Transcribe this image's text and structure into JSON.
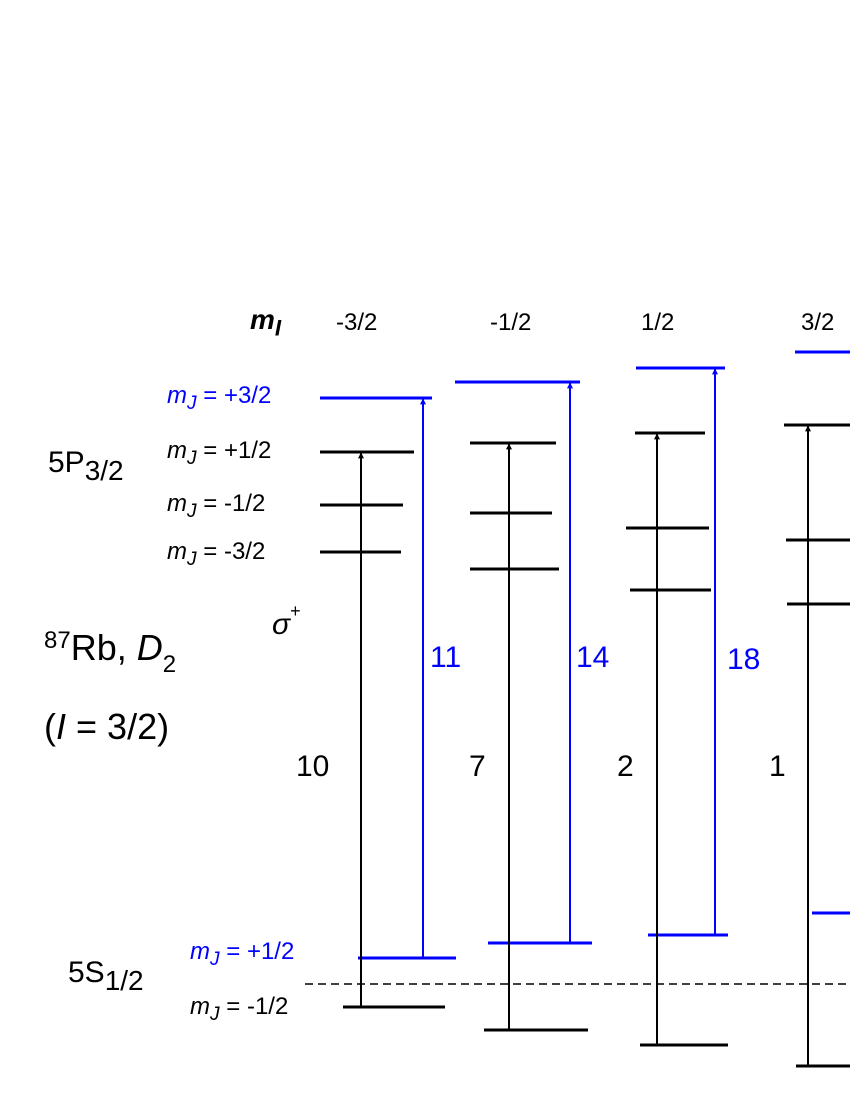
{
  "mI_header": {
    "symbol": "m",
    "subscript": "I"
  },
  "mI_values": [
    "-3/2",
    "-1/2",
    "1/2",
    "3/2"
  ],
  "excited_state": {
    "prefix": "5P",
    "subscript": "3/2"
  },
  "ground_state": {
    "prefix": "5S",
    "subscript": "1/2"
  },
  "excited_mJ_labels": [
    {
      "symbol": "m",
      "sub": "J",
      "value": " = +3/2",
      "color": "#0000ff"
    },
    {
      "symbol": "m",
      "sub": "J",
      "value": " = +1/2",
      "color": "#000000"
    },
    {
      "symbol": "m",
      "sub": "J",
      "value": " = -1/2",
      "color": "#000000"
    },
    {
      "symbol": "m",
      "sub": "J",
      "value": " = -3/2",
      "color": "#000000"
    }
  ],
  "ground_mJ_labels": [
    {
      "symbol": "m",
      "sub": "J",
      "value": " = +1/2",
      "color": "#0000ff"
    },
    {
      "symbol": "m",
      "sub": "J",
      "value": " = -1/2",
      "color": "#000000"
    }
  ],
  "atom": {
    "mass": "87",
    "element": "Rb, ",
    "line": "D",
    "line_sub": "2"
  },
  "nuclear_spin": {
    "open": "(",
    "symbol": "I",
    "value": " = 3/2)"
  },
  "polarization": {
    "symbol": "σ",
    "sup": "+"
  },
  "transition_strengths_black": [
    "10",
    "7",
    "2",
    "1"
  ],
  "transition_strengths_blue": [
    "11",
    "14",
    "18"
  ],
  "colors": {
    "black": "#000000",
    "blue": "#0000ff"
  }
}
